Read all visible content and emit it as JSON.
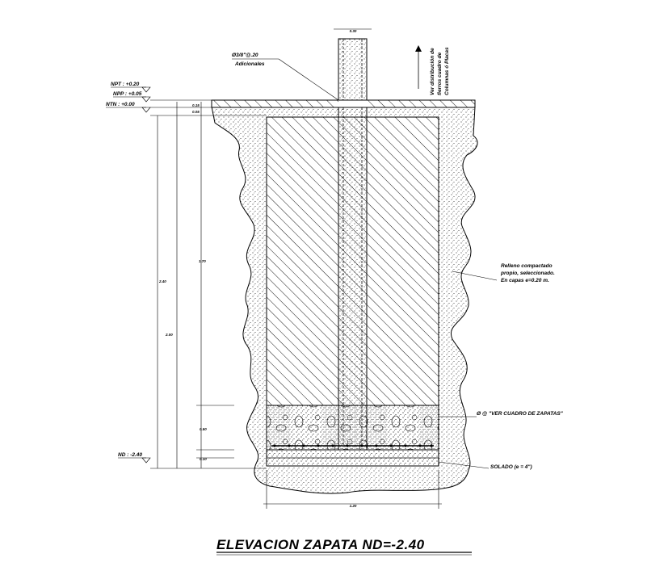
{
  "drawing": {
    "title": "ELEVACION  ZAPATA ND=-2.40",
    "colors": {
      "ink": "#000000",
      "paper": "#ffffff"
    },
    "annotations": {
      "rebar_top": "Ø3/8\"@.20",
      "rebar_sub": "Adicionales",
      "column_note_1": "Ver distribución de",
      "column_note_2": "fierros cuadro de",
      "column_note_3": "Columnas ó Placas",
      "fill_note_1": "Relleno compactado",
      "fill_note_2": "propio, seleccionado.",
      "fill_note_3": "En capas e=0.20 m.",
      "footing_note": "Ø @ \"VER CUADRO DE ZAPATAS\"",
      "solado_note": "SOLADO (e = 4\")"
    },
    "levels": {
      "npt": "NPT : +0.20",
      "npp": "NPP : +0.05",
      "ntn": "NTN : +0.00",
      "nd": "ND : -2.40"
    },
    "dimensions": {
      "top_width": "0.30",
      "total_depth": "2.40",
      "fill_depth": "1.70",
      "inner_depth": "2.00",
      "small_a": "0.15",
      "small_b": "0.05",
      "footing_h": "0.50",
      "solado_h": "0.10",
      "bottom_width": "1.20"
    }
  }
}
